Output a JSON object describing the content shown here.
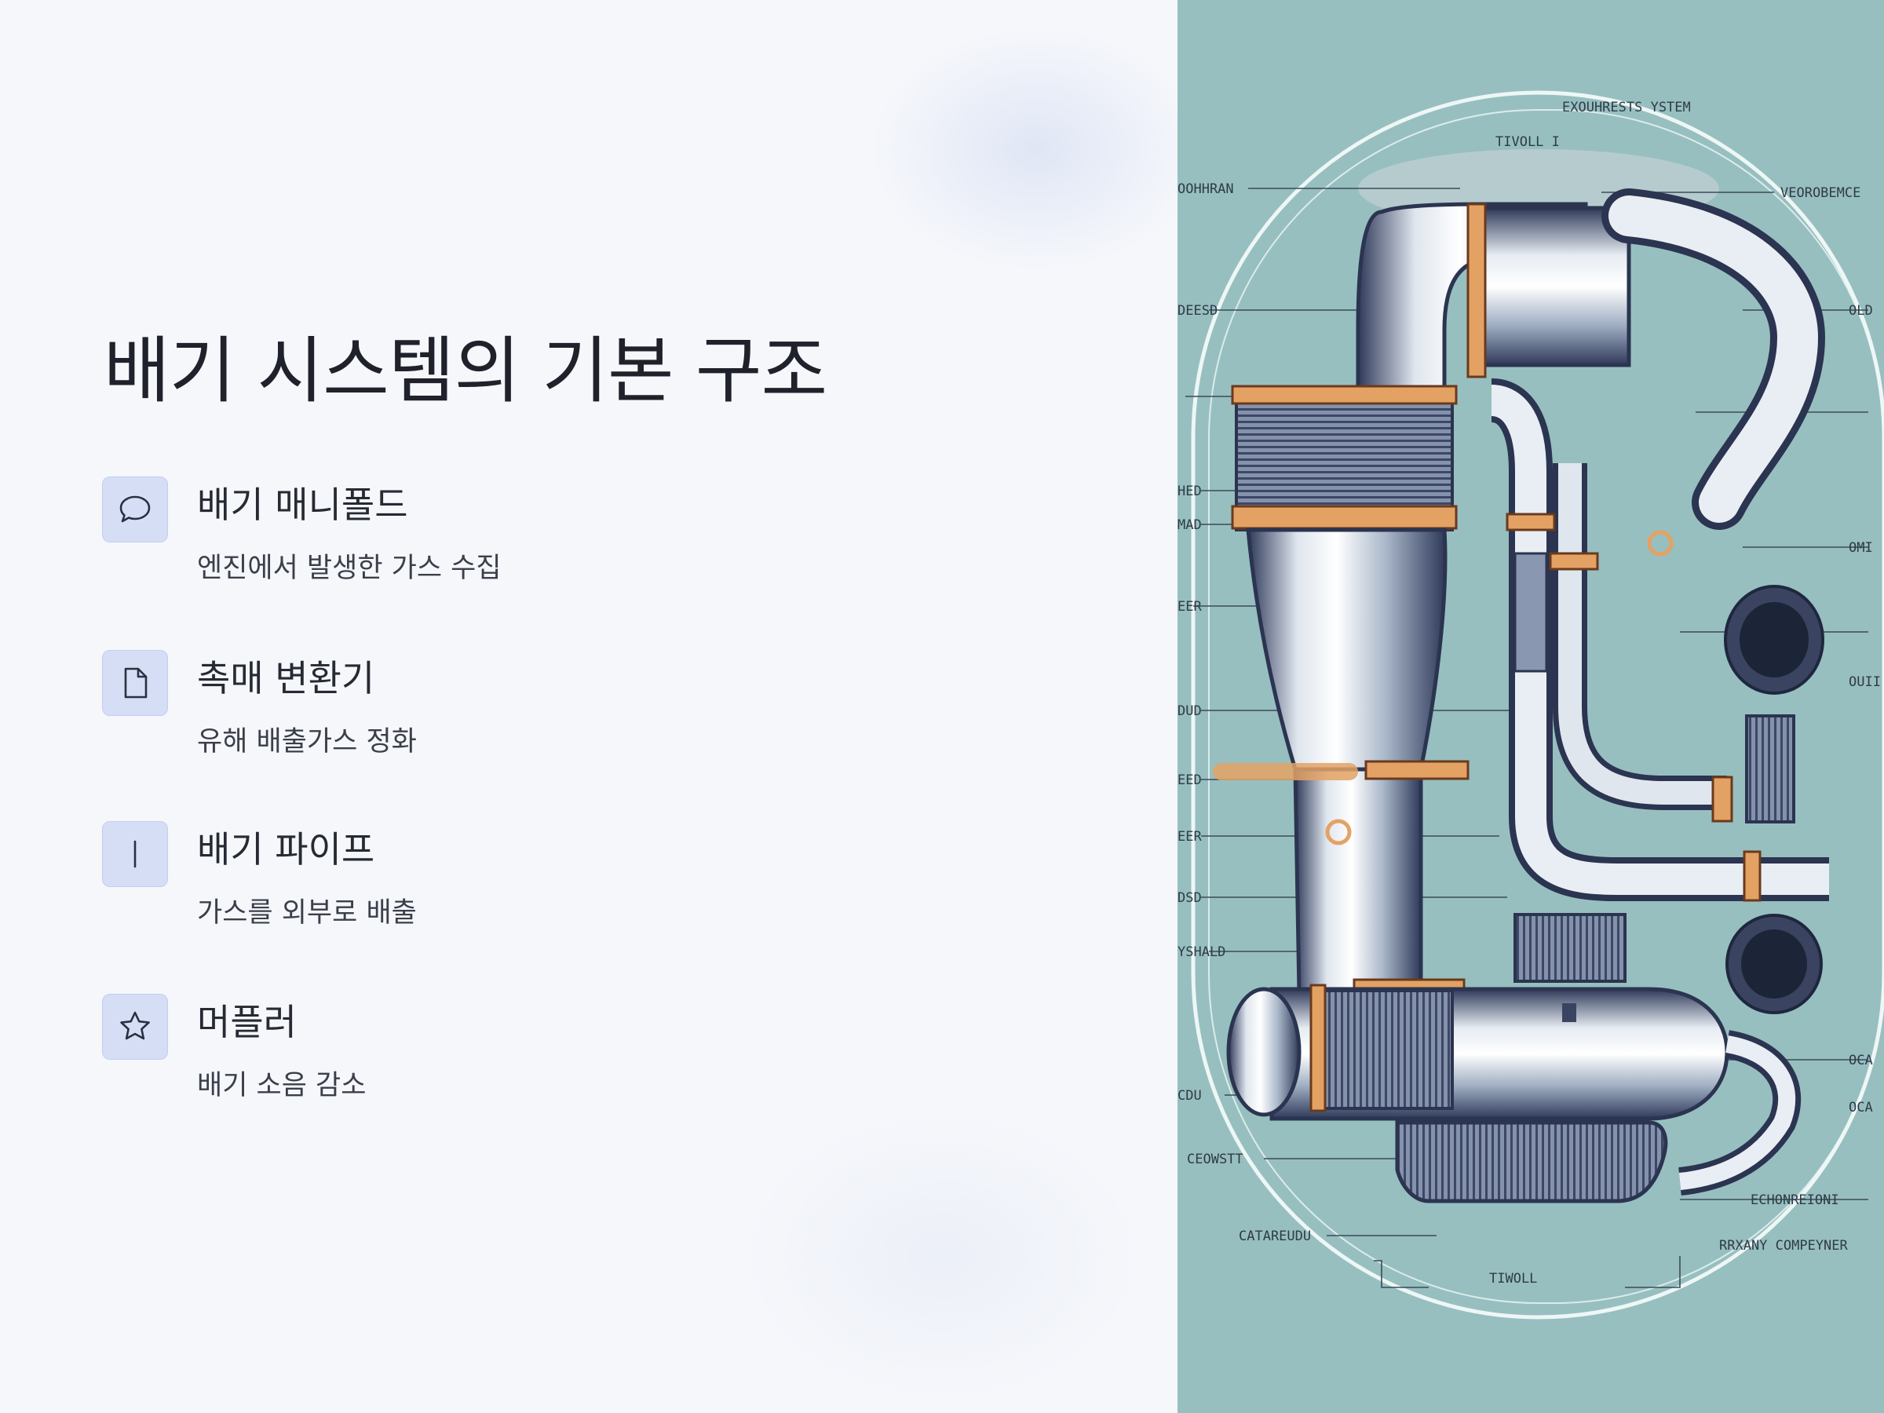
{
  "title": "배기 시스템의 기본 구조",
  "features": [
    {
      "label": "배기 매니폴드",
      "description": "엔진에서 발생한 가스 수집",
      "icon": "chat-bubble-icon"
    },
    {
      "label": "촉매 변환기",
      "description": "유해 배출가스 정화",
      "icon": "document-icon"
    },
    {
      "label": "배기 파이프",
      "description": "가스를 외부로 배출",
      "icon": "vertical-line-icon"
    },
    {
      "label": "머플러",
      "description": "배기 소음 감소",
      "icon": "star-icon"
    }
  ],
  "illustration": {
    "background_color": "#97bfbf",
    "labels": {
      "top_header": "EXOUHRESTS YSTEM",
      "top": "TIVOLL I",
      "top_left": "OOHHRAN",
      "top_right": "VEOROBEMCE",
      "left_1": "DEESD",
      "left_2": "HED",
      "left_3": "MAD",
      "left_4": "EER",
      "left_5": "DUD",
      "left_6": "EED",
      "left_7": "EER",
      "left_8": "DSD",
      "left_9": "YSHALD",
      "left_10": "CDU",
      "bottom_left_1": "CEOWSTT",
      "bottom_left_2": "CATAREUDU",
      "bottom": "TIWOLL",
      "bottom_right_1": "ECHONREIONI",
      "bottom_right_2": "RRXANY COMPEYNER",
      "right_1": "OLD",
      "right_2": "OMI",
      "right_3": "OUII",
      "right_4": "OCA",
      "right_5": "OCA"
    }
  }
}
